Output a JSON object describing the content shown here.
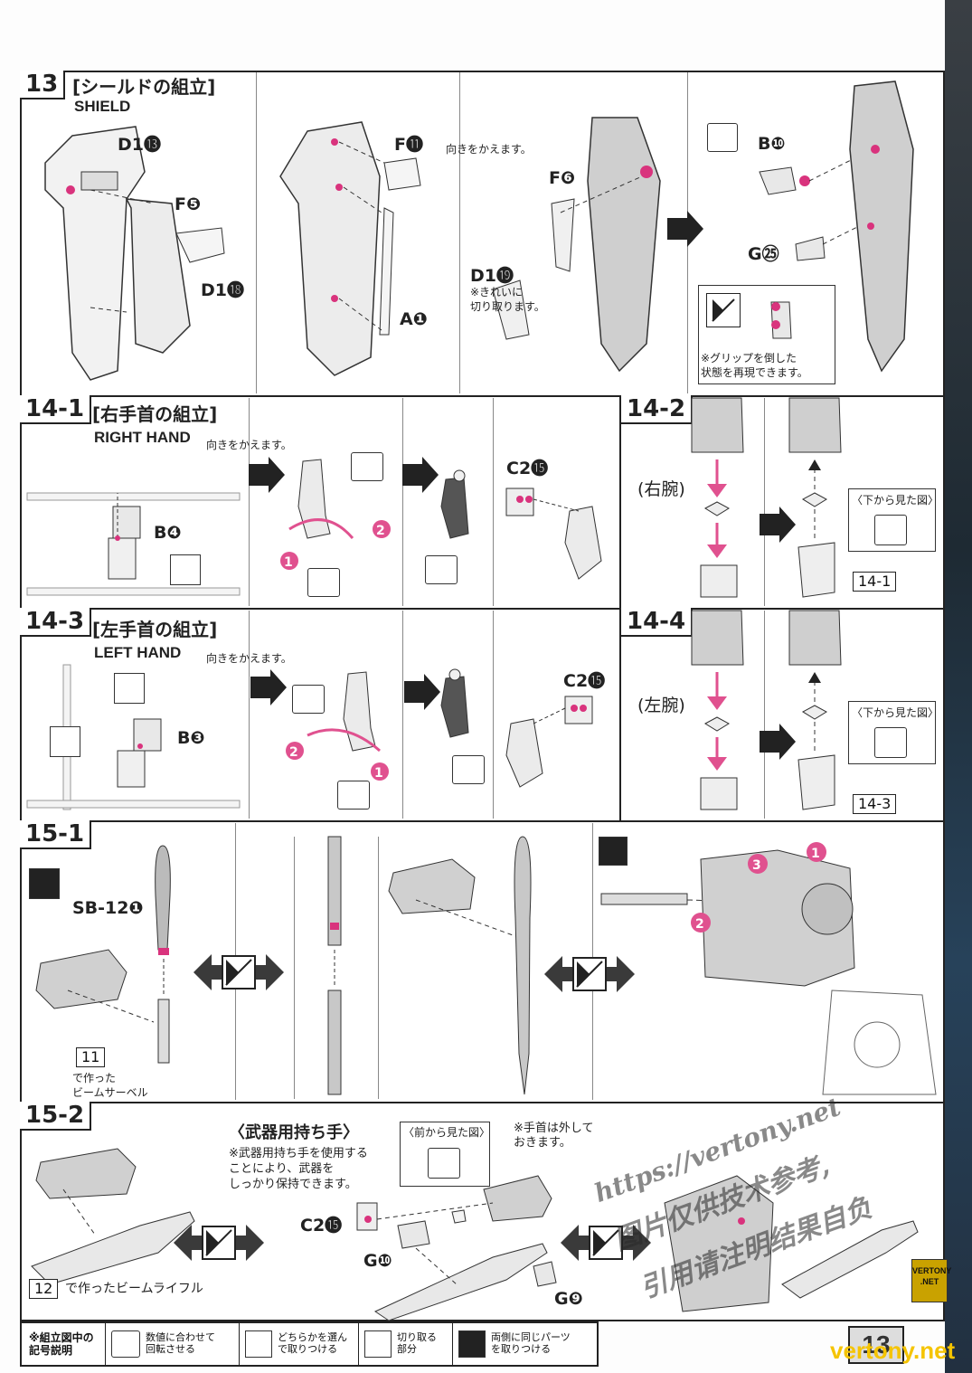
{
  "page": {
    "number": "13"
  },
  "steps": {
    "s13": {
      "number": "13",
      "title_jp": "[シールドの組立]",
      "title_en": "SHIELD",
      "parts": [
        "D1⓭",
        "F❺",
        "D1⓲",
        "F⓫",
        "A❶",
        "F❻",
        "D1⓳",
        "B❿",
        "G㉕"
      ],
      "notes": [
        "向きをかえます。",
        "※きれいに\n切り取ります。",
        "※グリップを倒した\n状態を再現できます。"
      ]
    },
    "s14_1": {
      "number": "14-1",
      "title_jp": "[右手首の組立]",
      "title_en": "RIGHT HAND",
      "parts": [
        "B❹",
        "C2⓯"
      ],
      "notes": [
        "向きをかえます。"
      ]
    },
    "s14_2": {
      "number": "14-2",
      "labels": [
        "(右腕)"
      ],
      "notes": [
        "〈下から見た図〉"
      ],
      "ref": "14-1"
    },
    "s14_3": {
      "number": "14-3",
      "title_jp": "[左手首の組立]",
      "title_en": "LEFT HAND",
      "parts": [
        "B❸",
        "C2⓯"
      ],
      "notes": [
        "向きをかえます。"
      ]
    },
    "s14_4": {
      "number": "14-4",
      "labels": [
        "(左腕)"
      ],
      "notes": [
        "〈下から見た図〉"
      ],
      "ref": "14-3"
    },
    "s15_1": {
      "number": "15-1",
      "parts": [
        "SB-12❶"
      ],
      "ref": "11",
      "notes": [
        "で作った\nビームサーベル"
      ]
    },
    "s15_2": {
      "number": "15-2",
      "title_jp": "〈武器用持ち手〉",
      "parts": [
        "C2⓯",
        "G❿",
        "G❾"
      ],
      "ref": "12",
      "notes": [
        "で作ったビームライフル",
        "※武器用持ち手を使用する\nことにより、武器を\nしっかり保持できます。",
        "〈前から見た図〉",
        "※手首は外して\nおきます。"
      ]
    }
  },
  "legend": {
    "title": "※組立図中の\n記号説明",
    "items": [
      "数値に合わせて\n回転させる",
      "どちらかを選ん\nで取りつける",
      "切り取る\n部分",
      "両側に同じパーツ\nを取りつける"
    ]
  },
  "watermark": {
    "url": "https://vertony.net",
    "line1": "图片仅供技术参考,",
    "line2": "引用请注明结果自负",
    "badge_line1": "VERTONY",
    "badge_line2": ".NET",
    "site": "vertony.net"
  }
}
